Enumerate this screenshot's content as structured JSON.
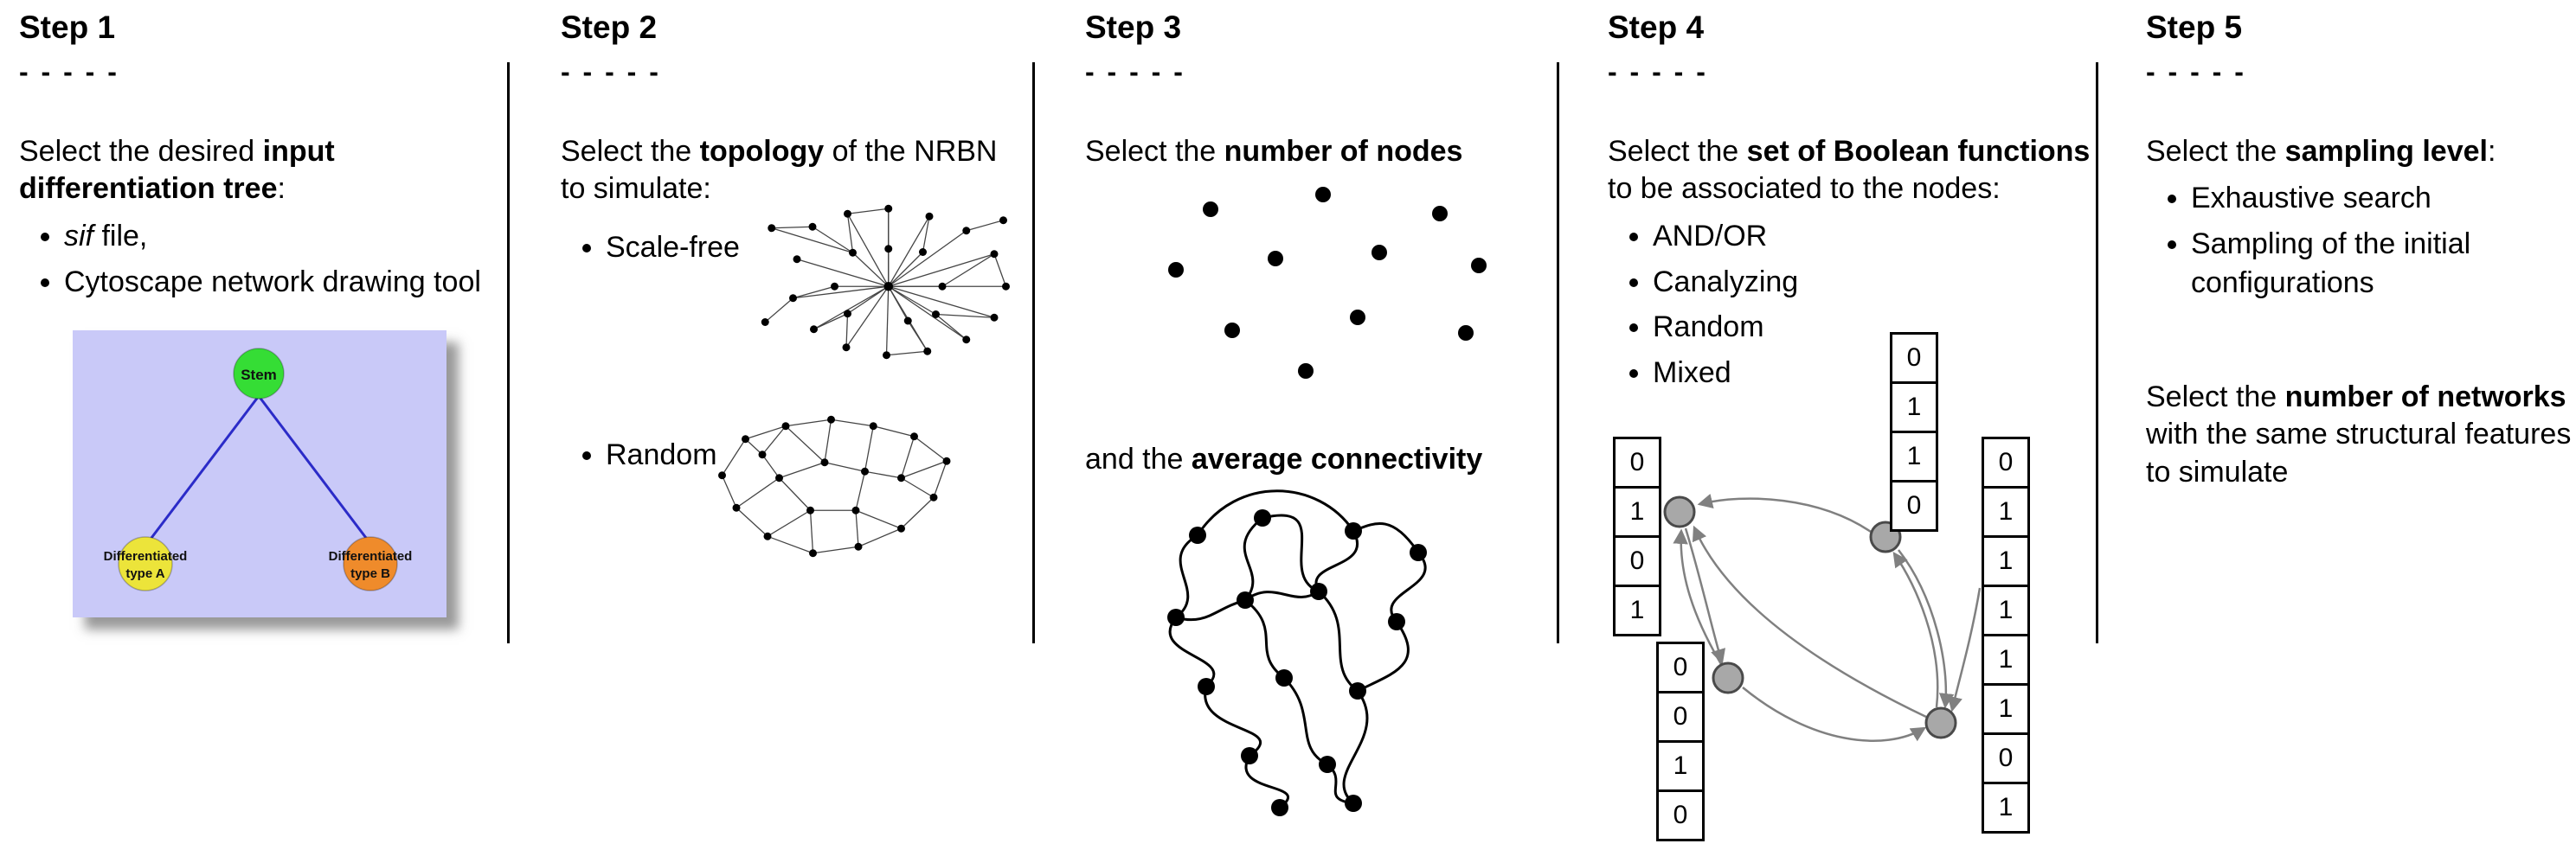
{
  "steps": {
    "step1": {
      "title": "Step 1",
      "dashes": "- - - - -",
      "intro": {
        "pre": "Select the desired ",
        "bold": "input differentiation tree",
        "post": ":"
      },
      "bullet1": {
        "italic": "sif",
        "rest": " file,"
      },
      "bullet2": "Cytoscape network drawing tool",
      "tree": {
        "stem_label": "Stem",
        "type_a_line1": "Differentiated",
        "type_a_line2": "type A",
        "type_b_line1": "Differentiated",
        "type_b_line2": "type B",
        "colors": {
          "background": "#c9c9f8",
          "stem": "#35dd35",
          "type_a": "#ece43a",
          "type_b": "#ef8b2b",
          "edge": "#2b2bc8",
          "label": "#111111"
        }
      }
    },
    "step2": {
      "title": "Step 2",
      "dashes": "- - - - -",
      "intro": {
        "pre": "Select the ",
        "bold": "topology",
        "post": " of the NRBN to simulate:"
      },
      "bullets": [
        "Scale-free",
        "Random"
      ]
    },
    "step3": {
      "title": "Step 3",
      "dashes": "- - - - -",
      "intro1": {
        "pre": "Select the ",
        "bold": "number of nodes",
        "post": ""
      },
      "intro2": {
        "pre": "and the ",
        "bold": "average connectivity",
        "post": ""
      }
    },
    "step4": {
      "title": "Step 4",
      "dashes": "- - - - -",
      "intro": {
        "pre": "Select the ",
        "bold": "set of Boolean functions",
        "post": " to be associated to the nodes:"
      },
      "bullets": [
        "AND/OR",
        "Canalyzing",
        "Random",
        "Mixed"
      ],
      "truth_tables": {
        "left": [
          "0",
          "1",
          "0",
          "1"
        ],
        "top": [
          "0",
          "1",
          "1",
          "0"
        ],
        "bottom_left": [
          "0",
          "0",
          "1",
          "0"
        ],
        "right": [
          "0",
          "1",
          "1",
          "1",
          "1",
          "1",
          "0",
          "1"
        ]
      },
      "node_color": "#a8a8a8"
    },
    "step5": {
      "title": "Step 5",
      "dashes": "- - - - -",
      "intro1": {
        "pre": "Select the ",
        "bold": "sampling level",
        "post": ":"
      },
      "bullets": [
        "Exhaustive search",
        "Sampling of the initial configurations"
      ],
      "intro2": {
        "pre": "Select the ",
        "bold": "number of networks",
        "post": " with the same structural features to simulate"
      }
    }
  }
}
